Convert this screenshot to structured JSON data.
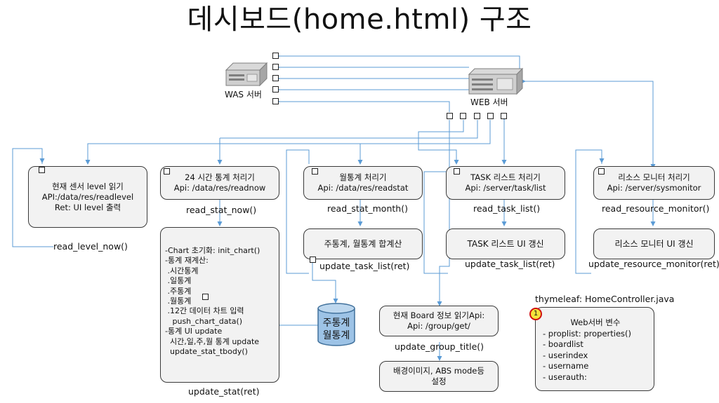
{
  "title": "데시보드(home.html) 구조",
  "servers": {
    "was": "WAS 서버",
    "web": "WEB 서버"
  },
  "boxes": {
    "sensor": [
      "현재 센서 level 읽기",
      "API:/data/res/readlevel",
      "",
      "Ret: UI level 출력"
    ],
    "stat24": [
      "24 시간 통계 처리기",
      "Api: /data/res/readnow"
    ],
    "month": [
      "월통계 처리기",
      "Api: /data/res/readstat"
    ],
    "task": [
      "TASK 리스트 처리기",
      "Api: /server/task/list"
    ],
    "resource": [
      "리소스 모니터 처리기",
      "Api: /server/sysmonitor"
    ],
    "weekmonth": [
      "주통계, 월통계 합계산"
    ],
    "taskui": [
      "TASK 리스트 UI 갱신"
    ],
    "resourceui": [
      "리소스 모니터 UI 갱신"
    ],
    "chart": [
      "-Chart 초기화: init_chart()",
      "-통계 재계산:",
      " .시간통계",
      " .일통계",
      " .주통계",
      " .월통계",
      " .12간 데이터 차트 입력",
      "   push_chart_data()",
      "-통계 UI update",
      "  시간,일,주,월 통계 update",
      "  update_stat_tbody()"
    ],
    "board": [
      "현재 Board 정보 읽기Api:",
      "Api: /group/get/"
    ],
    "background": [
      "배경이미지, ABS mode등",
      "설정"
    ],
    "thymeleaf": [
      "Web서버 변수",
      "- proplist: properties()",
      "- boardlist",
      "- userindex",
      "- username",
      "- userauth:"
    ]
  },
  "functions": {
    "read_level_now": "read_level_now()",
    "read_stat_now": "read_stat_now()",
    "read_stat_month": "read_stat_month()",
    "read_task_list": "read_task_list()",
    "read_resource_monitor": "read_resource_monitor()",
    "update_task_list_1": "update_task_list(ret)",
    "update_task_list_2": "update_task_list(ret)",
    "update_resource_monitor": "update_resource_monitor(ret)",
    "update_stat": "update_stat(ret)",
    "update_group_title": "update_group_title()",
    "thymeleaf_title": "thymeleaf: HomeController.java"
  },
  "database": {
    "line1": "주통계",
    "line2": "월통계"
  },
  "badge": "1",
  "colors": {
    "arrow": "#5b9bd5",
    "box_fill": "#f2f2f2",
    "db_fill": "#9dc3e6",
    "badge_fill": "#f5e23a",
    "badge_border": "#d01010"
  }
}
